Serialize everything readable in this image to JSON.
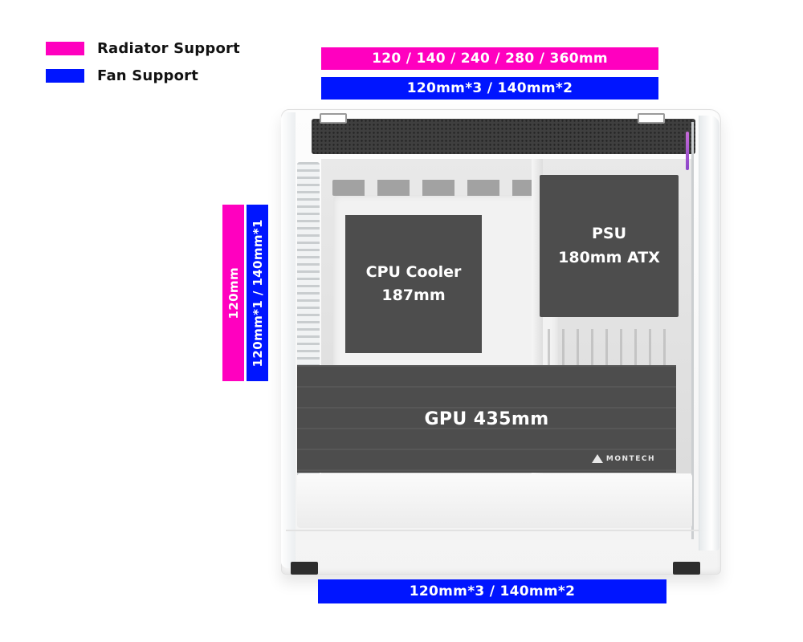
{
  "colors": {
    "radiator": "#ff00bf",
    "fan": "#0015ff",
    "component_box": "#4d4d4d"
  },
  "legend": {
    "radiator_label": "Radiator Support",
    "fan_label": "Fan Support"
  },
  "top": {
    "radiator_sizes": "120 / 140 / 240 / 280 / 360mm",
    "fan_config": "120mm*3 / 140mm*2"
  },
  "side": {
    "radiator_size": "120mm",
    "fan_config": "120mm*1 / 140mm*1"
  },
  "bottom": {
    "fan_config": "120mm*3 / 140mm*2"
  },
  "case": {
    "psu_line1": "PSU",
    "psu_line2": "180mm ATX",
    "cpu_line1": "CPU Cooler",
    "cpu_line2": "187mm",
    "gpu_label": "GPU 435mm",
    "brand": "MONTECH"
  }
}
